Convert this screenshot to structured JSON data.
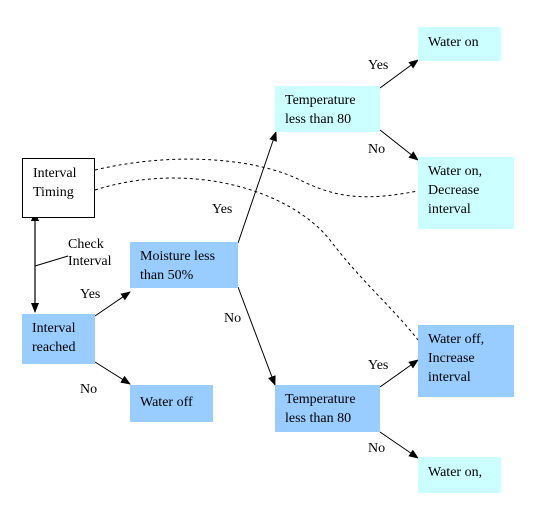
{
  "nodes": {
    "interval_timing": [
      "Interval",
      "Timing"
    ],
    "interval_reached": [
      "Interval",
      "reached"
    ],
    "moisture": [
      "Moisture less",
      "than 50%"
    ],
    "water_off_left": [
      "Water off"
    ],
    "temp_top": [
      "Temperature",
      "less than 80"
    ],
    "temp_bottom": [
      "Temperature",
      "less than 80"
    ],
    "water_on_top": [
      "Water on"
    ],
    "water_on_decrease": [
      "Water on,",
      "Decrease",
      "interval"
    ],
    "water_off_increase": [
      "Water off,",
      "Increase",
      "interval"
    ],
    "water_on_bottom": [
      "Water on,"
    ]
  },
  "labels": {
    "check_interval": [
      "Check",
      "Interval"
    ],
    "yes_moisture": "Yes",
    "no_water_off": "No",
    "yes_temp_top": "Yes",
    "no_temp_bottom": "No",
    "yes_water_on_top": "Yes",
    "no_water_on_decrease": "No",
    "yes_water_off_increase": "Yes",
    "no_water_on_bottom": "No"
  },
  "colors": {
    "blue_node": "#99ccff",
    "cyan_node": "#ccffff",
    "line": "#000000"
  }
}
